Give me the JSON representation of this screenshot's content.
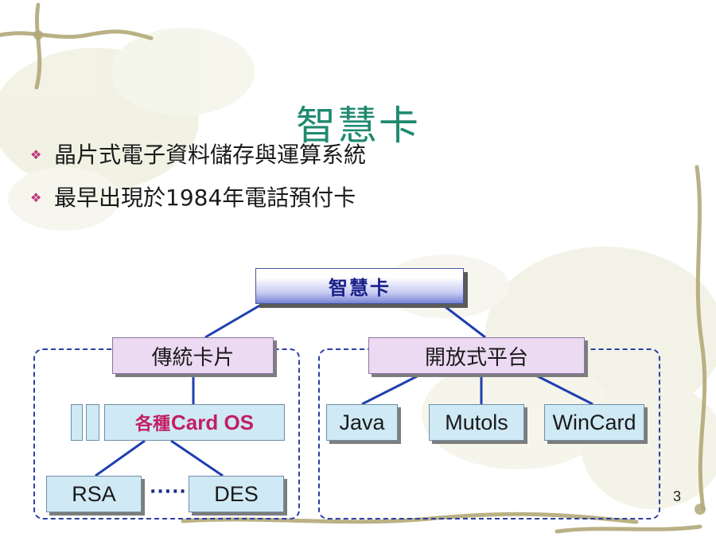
{
  "slide": {
    "title": "智慧卡",
    "bullets": [
      "晶片式電子資料儲存與運算系統",
      "最早出現於1984年電話預付卡"
    ],
    "page_number": "3"
  },
  "diagram": {
    "root": "智慧卡",
    "left_group": {
      "label": "傳統卡片",
      "os_box": {
        "prefix": "各種",
        "main": "Card OS"
      },
      "algorithms": [
        "RSA",
        "DES"
      ],
      "ellipsis": "·····"
    },
    "right_group": {
      "label": "開放式平台",
      "platforms": [
        "Java",
        "Mutols",
        "WinCard"
      ]
    }
  },
  "colors": {
    "title": "#1f8a70",
    "bullet_icon": "#c0337a",
    "connector": "#1f3fb0",
    "card_os_text": "#c21f62",
    "purple_box": "#ecd9f2",
    "blue_box": "#cfe9f5"
  },
  "icons": {
    "bullet": "diamond-bullet-icon"
  }
}
